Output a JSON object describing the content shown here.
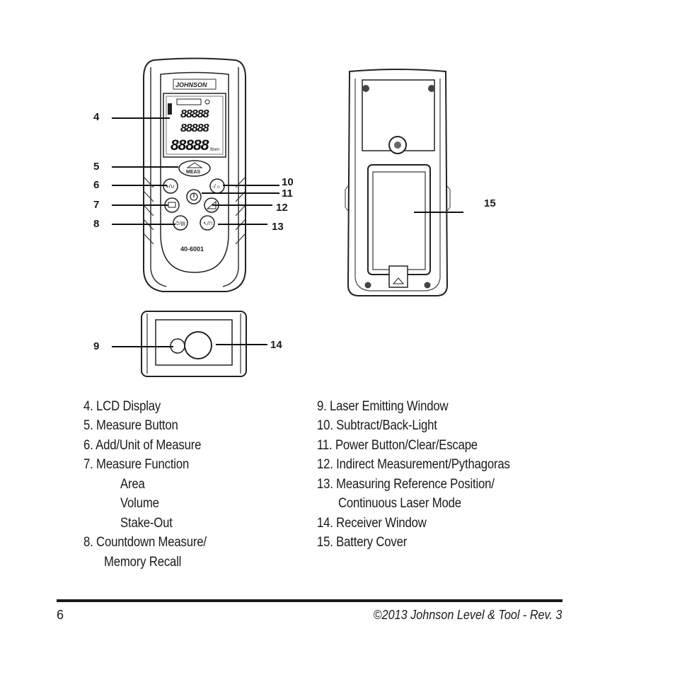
{
  "device": {
    "brand": "JOHNSON",
    "meas_label": "MEAS",
    "model": "40-6001",
    "lcd_digits": [
      "88888",
      "88888",
      "88888"
    ],
    "lcd_unit": "ftinm"
  },
  "callouts": {
    "c4": "4",
    "c5": "5",
    "c6": "6",
    "c7": "7",
    "c8": "8",
    "c9": "9",
    "c10": "10",
    "c11": "11",
    "c12": "12",
    "c13": "13",
    "c14": "14",
    "c15": "15"
  },
  "legend_left": [
    "4.  LCD Display",
    "5.  Measure Button",
    "6.  Add/Unit of Measure",
    "7.  Measure Function",
    "Area",
    "Volume",
    "Stake-Out",
    "8.  Countdown Measure/",
    "Memory Recall"
  ],
  "legend_right": [
    "9.  Laser Emitting Window",
    "10. Subtract/Back-Light",
    "11. Power Button/Clear/Escape",
    "12. Indirect Measurement/Pythagoras",
    "13. Measuring Reference Position/",
    "Continuous Laser Mode",
    "14. Receiver Window",
    "15. Battery Cover"
  ],
  "footer": {
    "page_number": "6",
    "copyright": "©2013 Johnson Level & Tool - Rev. 3"
  }
}
